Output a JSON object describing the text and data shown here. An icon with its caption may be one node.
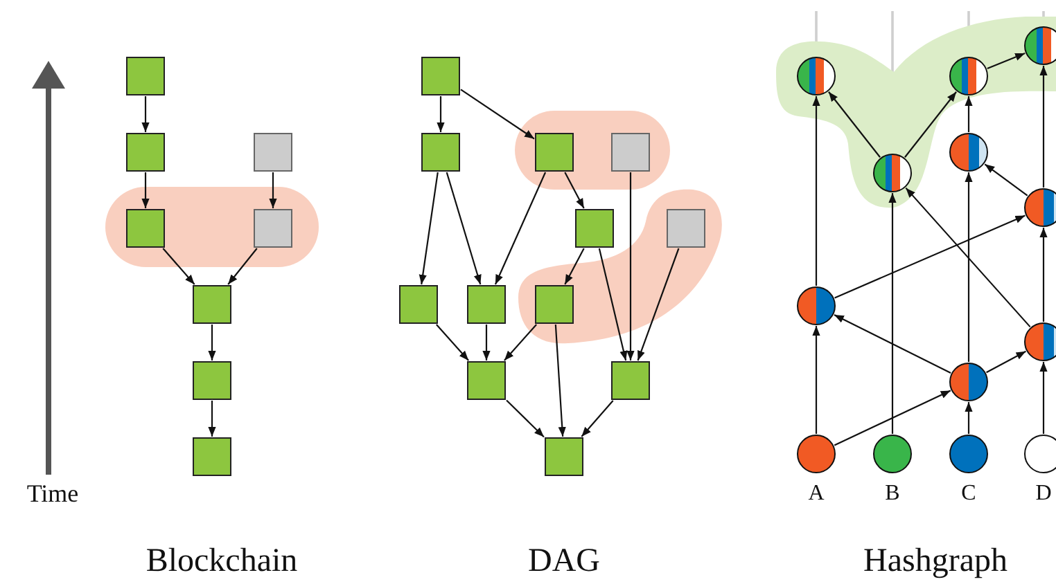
{
  "diagram": {
    "nodes": [
      {
        "text": [],
        "shape": "box"
      },
      {
        "text": [],
        "shape": "box"
      },
      {
        "text": [],
        "shape": "box"
      },
      {
        "text": [],
        "shape": "box"
      },
      {
        "text": [],
        "shape": "box"
      },
      {
        "text": [],
        "shape": "box"
      },
      {
        "text": [],
        "shape": "box"
      },
      {
        "text": [],
        "shape": "box"
      },
      {
        "text": [],
        "shape": "box"
      },
      {
        "text": [],
        "shape": "box"
      },
      {
        "text": [],
        "shape": "box"
      },
      {
        "text": [],
        "shape": "box"
      },
      {
        "text": [],
        "shape": "box"
      },
      {
        "text": [],
        "shape": "box"
      },
      {
        "text": [],
        "shape": "box"
      },
      {
        "text": [],
        "shape": "box"
      },
      {
        "text": [],
        "shape": "box"
      },
      {
        "text": [],
        "shape": "box"
      },
      {
        "text": [],
        "shape": "box"
      },
      {
        "text": [],
        "shape": "box"
      },
      {
        "text": [],
        "shape": "circle"
      },
      {
        "text": [],
        "shape": "circle"
      },
      {
        "text": [],
        "shape": "circle"
      },
      {
        "text": [],
        "shape": "circle"
      },
      {
        "text": [],
        "shape": "circle"
      },
      {
        "text": [],
        "shape": "circle"
      },
      {
        "text": [],
        "shape": "circle"
      },
      {
        "text": [],
        "shape": "circle"
      },
      {
        "text": [],
        "shape": "circle"
      },
      {
        "text": [],
        "shape": "circle"
      },
      {
        "text": [],
        "shape": "circle"
      },
      {
        "text": [],
        "shape": "circle"
      },
      {
        "text": [],
        "shape": "circle"
      }
    ],
    "edges": [
      {
        "from": 0,
        "to": 1,
        "arrow": "to"
      },
      {
        "from": 1,
        "to": 3,
        "arrow": "to"
      },
      {
        "from": 2,
        "to": 4,
        "arrow": "to"
      },
      {
        "from": 3,
        "to": 5,
        "arrow": "to"
      },
      {
        "from": 4,
        "to": 5,
        "arrow": "to"
      },
      {
        "from": 5,
        "to": 6,
        "arrow": "to"
      },
      {
        "from": 6,
        "to": 7,
        "arrow": "to"
      },
      {
        "from": 8,
        "to": 9,
        "arrow": "to"
      },
      {
        "from": 8,
        "to": 10,
        "arrow": "to"
      },
      {
        "from": 9,
        "to": 14,
        "arrow": "to"
      },
      {
        "from": 9,
        "to": 15,
        "arrow": "to"
      },
      {
        "from": 10,
        "to": 15,
        "arrow": "to"
      },
      {
        "from": 10,
        "to": 12,
        "arrow": "to"
      },
      {
        "from": 12,
        "to": 16,
        "arrow": "to"
      },
      {
        "from": 12,
        "to": 18,
        "arrow": "to"
      },
      {
        "from": 11,
        "to": 18,
        "arrow": "to"
      },
      {
        "from": 13,
        "to": 18,
        "arrow": "to"
      },
      {
        "from": 14,
        "to": 17,
        "arrow": "to"
      },
      {
        "from": 15,
        "to": 17,
        "arrow": "to"
      },
      {
        "from": 16,
        "to": 17,
        "arrow": "to"
      },
      {
        "from": 16,
        "to": 19,
        "arrow": "to"
      },
      {
        "from": 17,
        "to": 19,
        "arrow": "to"
      },
      {
        "from": 18,
        "to": 19,
        "arrow": "to"
      },
      {
        "from": 29,
        "to": 26,
        "arrow": "to"
      },
      {
        "from": 26,
        "to": 20,
        "arrow": "to"
      },
      {
        "from": 30,
        "to": 23,
        "arrow": "to"
      },
      {
        "from": 31,
        "to": 28,
        "arrow": "to"
      },
      {
        "from": 28,
        "to": 24,
        "arrow": "to"
      },
      {
        "from": 24,
        "to": 21,
        "arrow": "to"
      },
      {
        "from": 32,
        "to": 27,
        "arrow": "to"
      },
      {
        "from": 27,
        "to": 25,
        "arrow": "to"
      },
      {
        "from": 25,
        "to": 22,
        "arrow": "to"
      },
      {
        "from": 29,
        "to": 28,
        "arrow": "to"
      },
      {
        "from": 28,
        "to": 26,
        "arrow": "to"
      },
      {
        "from": 28,
        "to": 27,
        "arrow": "to"
      },
      {
        "from": 26,
        "to": 25,
        "arrow": "to"
      },
      {
        "from": 27,
        "to": 23,
        "arrow": "to"
      },
      {
        "from": 25,
        "to": 24,
        "arrow": "to"
      },
      {
        "from": 23,
        "to": 20,
        "arrow": "to"
      },
      {
        "from": 23,
        "to": 21,
        "arrow": "to"
      },
      {
        "from": 21,
        "to": 22,
        "arrow": "to"
      }
    ],
    "labels": [
      "Time",
      "A",
      "B",
      "C",
      "D",
      "Blockchain",
      "DAG",
      "Hashgraph"
    ]
  }
}
